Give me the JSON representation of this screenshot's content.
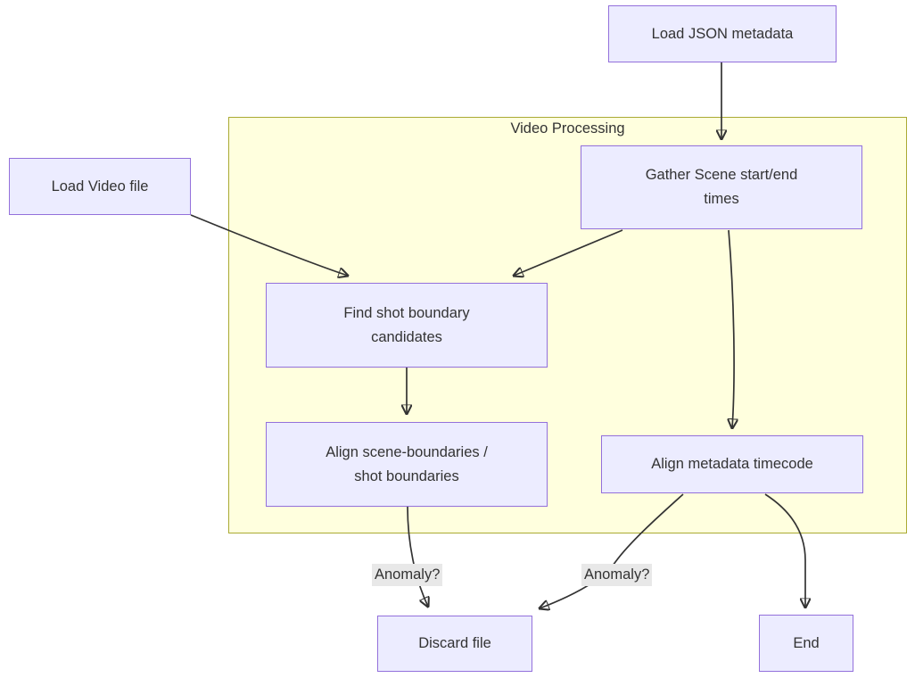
{
  "diagram": {
    "type": "flowchart",
    "subgraph": {
      "title": "Video Processing"
    },
    "nodes": {
      "load_json": "Load JSON metadata",
      "load_video": "Load Video file",
      "gather_scene": "Gather Scene start/end\ntimes",
      "find_shot": "Find shot boundary\ncandidates",
      "align_scene": "Align scene-boundaries /\nshot boundaries",
      "align_meta": "Align metadata timecode",
      "discard": "Discard file",
      "end": "End"
    },
    "edge_labels": {
      "anomaly_left": "Anomaly?",
      "anomaly_right": "Anomaly?"
    },
    "edges": [
      {
        "from": "load_json",
        "to": "gather_scene",
        "label": ""
      },
      {
        "from": "load_video",
        "to": "find_shot",
        "label": ""
      },
      {
        "from": "gather_scene",
        "to": "find_shot",
        "label": ""
      },
      {
        "from": "gather_scene",
        "to": "align_meta",
        "label": ""
      },
      {
        "from": "find_shot",
        "to": "align_scene",
        "label": ""
      },
      {
        "from": "align_scene",
        "to": "discard",
        "label": "Anomaly?"
      },
      {
        "from": "align_meta",
        "to": "discard",
        "label": "Anomaly?"
      },
      {
        "from": "align_meta",
        "to": "end",
        "label": ""
      }
    ],
    "colors": {
      "node_fill": "#ECECFF",
      "node_border": "#9370DB",
      "subgraph_fill": "#FFFFDE",
      "subgraph_border": "#AAAA33",
      "edge_stroke": "#333333",
      "edge_label_bg": "#e8e8e8",
      "text": "#333333",
      "background": "#ffffff"
    }
  }
}
